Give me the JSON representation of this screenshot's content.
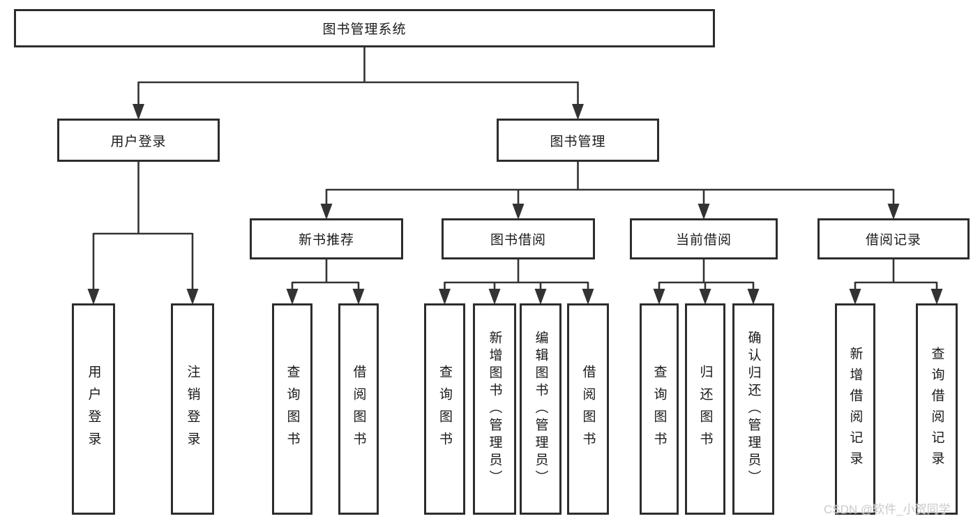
{
  "diagram_title": "图书管理系统",
  "tree": {
    "root": {
      "label": "图书管理系统"
    },
    "children": [
      {
        "label": "用户登录",
        "children": [
          {
            "label": "用户登录"
          },
          {
            "label": "注销登录"
          }
        ]
      },
      {
        "label": "图书管理",
        "children": [
          {
            "label": "新书推荐",
            "children": [
              {
                "label": "查询图书"
              },
              {
                "label": "借阅图书"
              }
            ]
          },
          {
            "label": "图书借阅",
            "children": [
              {
                "label": "查询图书"
              },
              {
                "label": "新增图书（管理员）"
              },
              {
                "label": "编辑图书（管理员）"
              },
              {
                "label": "借阅图书"
              }
            ]
          },
          {
            "label": "当前借阅",
            "children": [
              {
                "label": "查询图书"
              },
              {
                "label": "归还图书"
              },
              {
                "label": "确认归还（管理员）"
              }
            ]
          },
          {
            "label": "借阅记录",
            "children": [
              {
                "label": "新增借阅记录"
              },
              {
                "label": "查询借阅记录"
              }
            ]
          }
        ]
      }
    ]
  },
  "watermark": {
    "text": "CSDN @软件_小贺同学"
  },
  "colors": {
    "line": "#333333",
    "box_border": "#2d2d2d",
    "text": "#1a1a1a",
    "background": "#ffffff",
    "watermark": "#c9c9c9"
  }
}
